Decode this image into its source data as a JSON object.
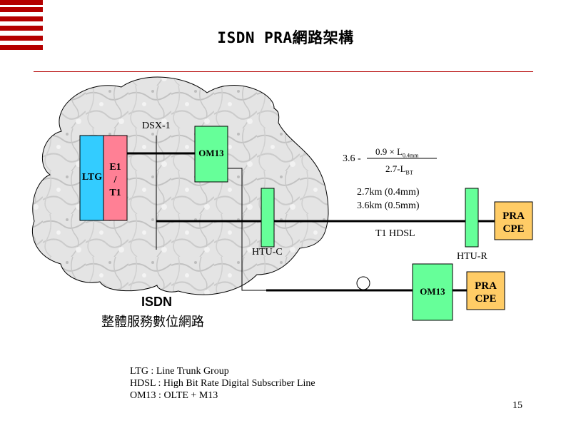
{
  "slide": {
    "title": "ISDN PRA網路架構",
    "page_number": "15",
    "accent_color": "#b40000"
  },
  "cloud": {
    "title": "ISDN",
    "subtitle": "整體服務數位網路"
  },
  "nodes": {
    "ltg": {
      "label": "LTG",
      "color": "#33ccff"
    },
    "e1t1": {
      "line1": "E1",
      "line2": "/",
      "line3": "T1",
      "color": "#ff8095"
    },
    "om13_top": {
      "label": "OM13",
      "color": "#66ff99"
    },
    "om13_bottom": {
      "label": "OM13",
      "color": "#66ff99"
    },
    "htu_c": {
      "label": "HTU-C",
      "color": "#66ff99"
    },
    "htu_r": {
      "label": "HTU-R",
      "color": "#66ff99"
    },
    "pra_cpe_top": {
      "line1": "PRA",
      "line2": "CPE",
      "color": "#ffcc66"
    },
    "pra_cpe_bottom": {
      "line1": "PRA",
      "line2": "CPE",
      "color": "#ffcc66"
    }
  },
  "labels": {
    "dsx1": "DSX-1",
    "formula_prefix": "3.6 -",
    "formula_num_main": "0.9 × L",
    "formula_num_sub": "0.4mm",
    "formula_den_main": "2.7-L",
    "formula_den_sub": "BT",
    "distance_1": "2.7km (0.4mm)",
    "distance_2": "3.6km (0.5mm)",
    "link_type": "T1 HDSL"
  },
  "legend": [
    "LTG : Line Trunk Group",
    "HDSL : High Bit Rate Digital Subscriber Line",
    "OM13 : OLTE + M13"
  ]
}
